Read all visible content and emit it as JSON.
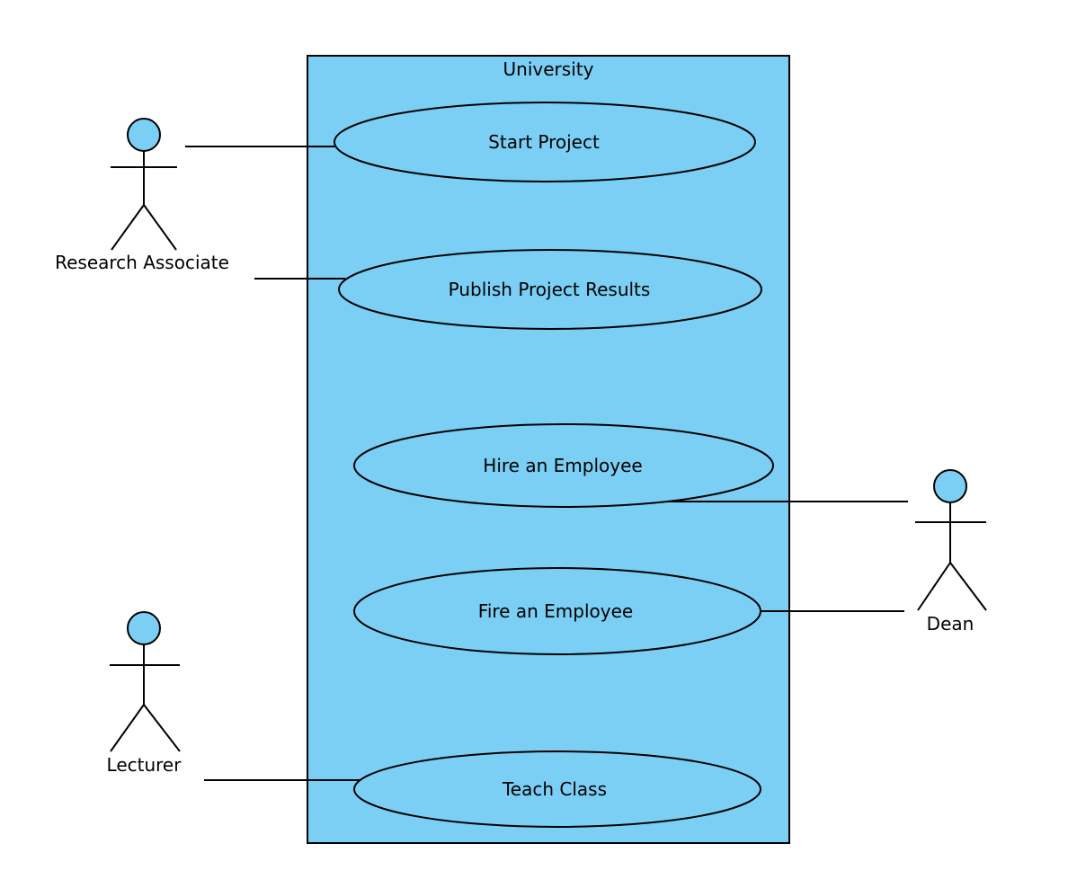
{
  "system": {
    "name": "University"
  },
  "actors": {
    "research_associate": "Research Associate",
    "lecturer": "Lecturer",
    "dean": "Dean"
  },
  "use_cases": {
    "start_project": "Start Project",
    "publish_results": "Publish Project Results",
    "hire_employee": "Hire an Employee",
    "fire_employee": "Fire an Employee",
    "teach_class": "Teach Class"
  },
  "colors": {
    "fill": "#7bcff4",
    "stroke": "#000000",
    "background": "#ffffff"
  }
}
